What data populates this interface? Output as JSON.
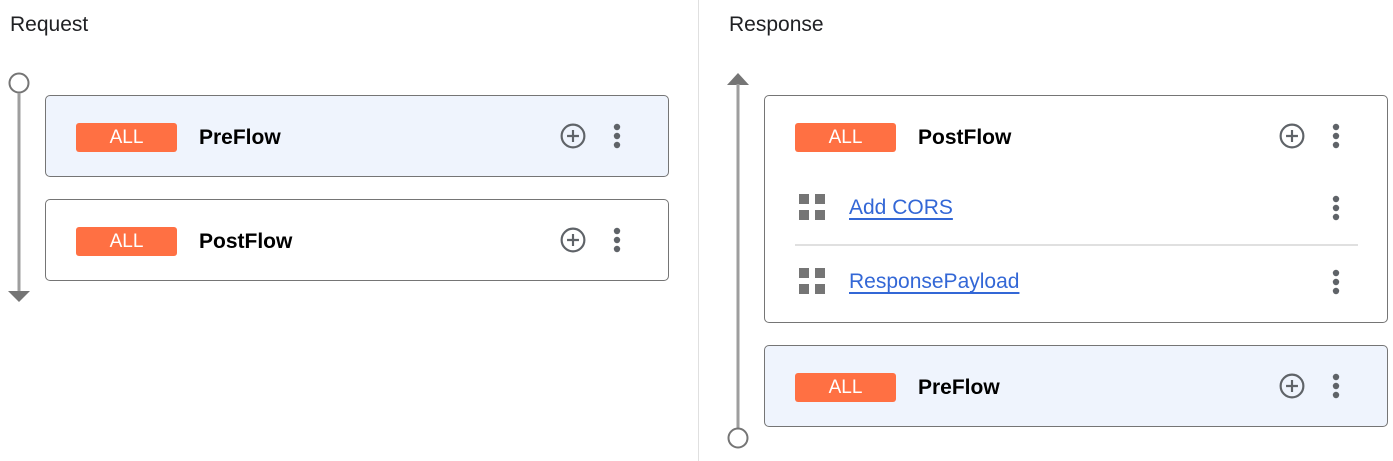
{
  "request": {
    "title": "Request",
    "flows": [
      {
        "badge": "ALL",
        "name": "PreFlow",
        "highlighted": true
      },
      {
        "badge": "ALL",
        "name": "PostFlow",
        "highlighted": false
      }
    ]
  },
  "response": {
    "title": "Response",
    "flows": [
      {
        "badge": "ALL",
        "name": "PostFlow",
        "highlighted": false,
        "steps": [
          "Add CORS",
          "ResponsePayload"
        ]
      },
      {
        "badge": "ALL",
        "name": "PreFlow",
        "highlighted": true
      }
    ]
  },
  "colors": {
    "badge": "#ff7043",
    "highlight": "#eff4fd",
    "link": "#3367d6"
  },
  "icons": [
    "plus-circle-icon",
    "more-vert-icon",
    "policy-grid-icon"
  ]
}
